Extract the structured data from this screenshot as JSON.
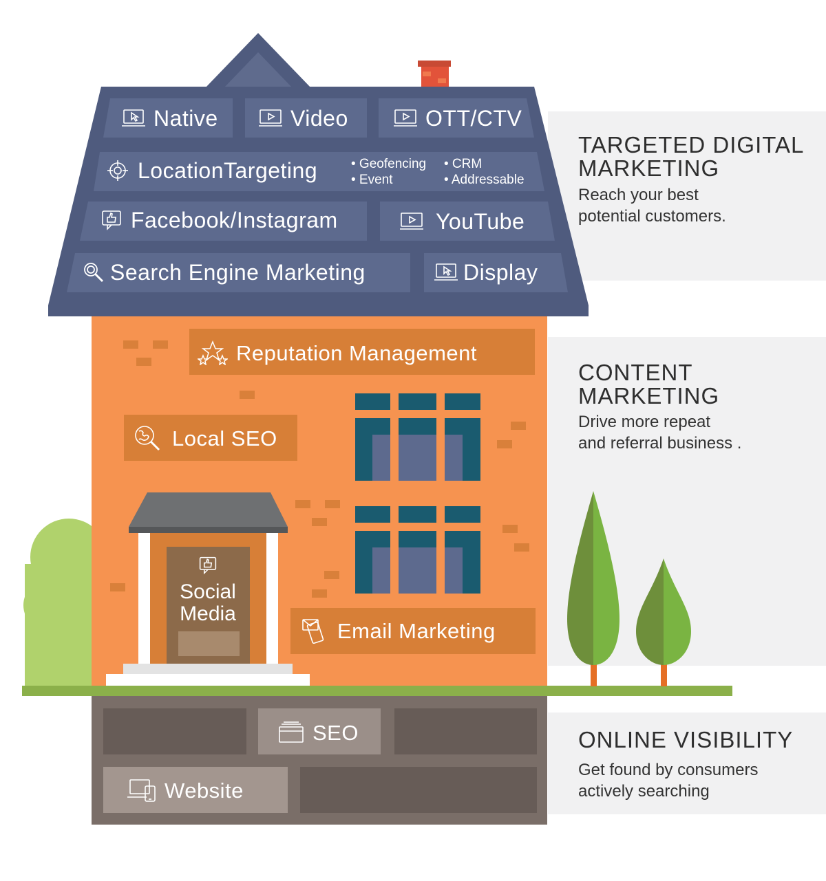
{
  "roof": {
    "native": "Native",
    "video": "Video",
    "ott_ctv": "OTT/CTV",
    "location_targeting": "LocationTargeting",
    "location_sub": [
      "• Geofencing",
      "• Event",
      "• CRM",
      "• Addressable"
    ],
    "facebook_instagram": "Facebook/Instagram",
    "youtube": "YouTube",
    "sem": "Search Engine Marketing",
    "display": "Display"
  },
  "wall": {
    "reputation": "Reputation Management",
    "local_seo": "Local SEO",
    "social_media": [
      "Social",
      "Media"
    ],
    "email": "Email Marketing"
  },
  "base": {
    "seo": "SEO",
    "website": "Website"
  },
  "panels": [
    {
      "title": [
        "TARGETED DIGITAL",
        "MARKETING"
      ],
      "desc": [
        "Reach your best",
        "potential customers."
      ]
    },
    {
      "title": [
        "CONTENT",
        "MARKETING"
      ],
      "desc": [
        "Drive more repeat",
        "and referral business ."
      ]
    },
    {
      "title": [
        "ONLINE VISIBILITY"
      ],
      "desc": [
        "Get found by consumers",
        "actively searching"
      ]
    }
  ],
  "colors": {
    "roof": "#4f5b7e",
    "roof_tile": "#5d6a8e",
    "wall": "#f69350",
    "wall_tile": "#d77f37",
    "foundation": "#7a6e68",
    "foundation_tile": "#675c57",
    "foundation_tile_light": "#9b8f89",
    "panel": "#f1f1f2",
    "tree": "#7ab442",
    "grass": "#8bb04a"
  },
  "icons": {
    "native": "cursor-screen-icon",
    "video": "video-screen-icon",
    "ott": "tv-play-icon",
    "location": "target-crosshair-icon",
    "facebook": "thumbs-up-icon",
    "youtube": "video-screen-icon",
    "sem": "magnifier-icon",
    "display": "cursor-screen-icon",
    "reputation": "stars-icon",
    "local_seo": "map-search-icon",
    "social": "thumbs-up-icon",
    "email": "email-phone-icon",
    "seo": "browser-window-icon",
    "website": "devices-icon"
  }
}
